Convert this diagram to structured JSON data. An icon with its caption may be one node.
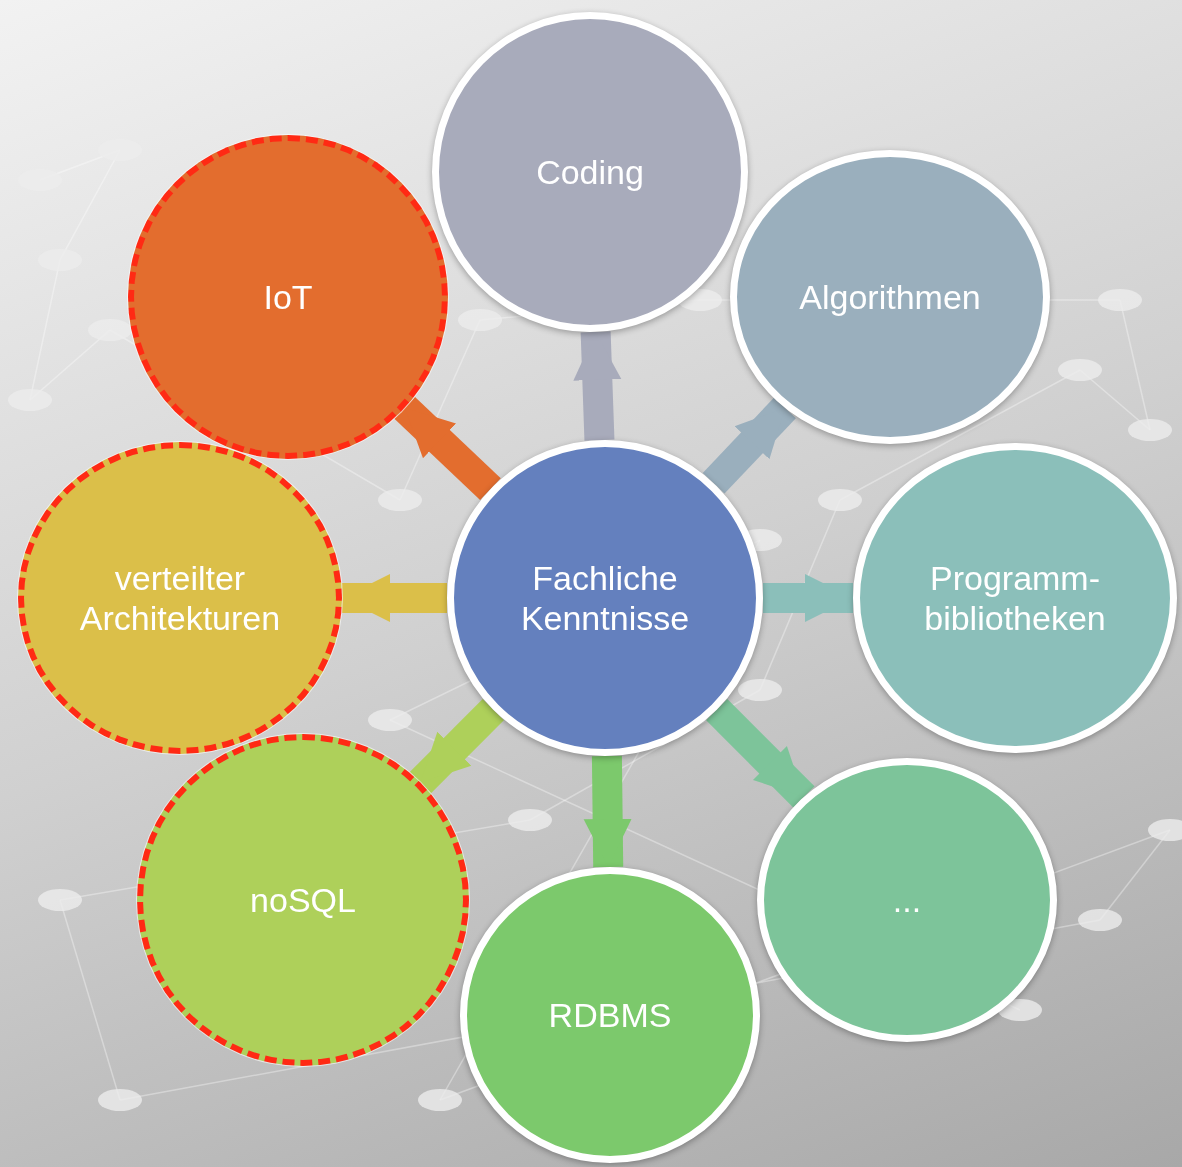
{
  "diagram": {
    "nodes": [
      {
        "text": [
          "Fachliche Kenntnisse"
        ]
      },
      {
        "text": [
          "Coding"
        ]
      },
      {
        "text": [
          "Algorithmen"
        ]
      },
      {
        "text": [
          "Programm- bibliotheken"
        ]
      },
      {
        "text": [
          "..."
        ]
      },
      {
        "text": [
          "RDBMS"
        ]
      },
      {
        "text": [
          "noSQL"
        ]
      },
      {
        "text": [
          "verteilter Architekturen"
        ]
      },
      {
        "text": [
          "IoT"
        ]
      }
    ],
    "edges": [
      {
        "from": 0,
        "to": 1,
        "arrow": "to",
        "color": "#a8abbb"
      },
      {
        "from": 0,
        "to": 2,
        "arrow": "to",
        "color": "#9aafbd"
      },
      {
        "from": 0,
        "to": 3,
        "arrow": "to",
        "color": "#8bbfba"
      },
      {
        "from": 0,
        "to": 4,
        "arrow": "to",
        "color": "#7dc49a"
      },
      {
        "from": 0,
        "to": 5,
        "arrow": "to",
        "color": "#7cc96c"
      },
      {
        "from": 0,
        "to": 6,
        "arrow": "to",
        "color": "#aed05a"
      },
      {
        "from": 0,
        "to": 7,
        "arrow": "to",
        "color": "#dbbf49"
      },
      {
        "from": 0,
        "to": 8,
        "arrow": "to",
        "color": "#e36d2e"
      }
    ]
  }
}
